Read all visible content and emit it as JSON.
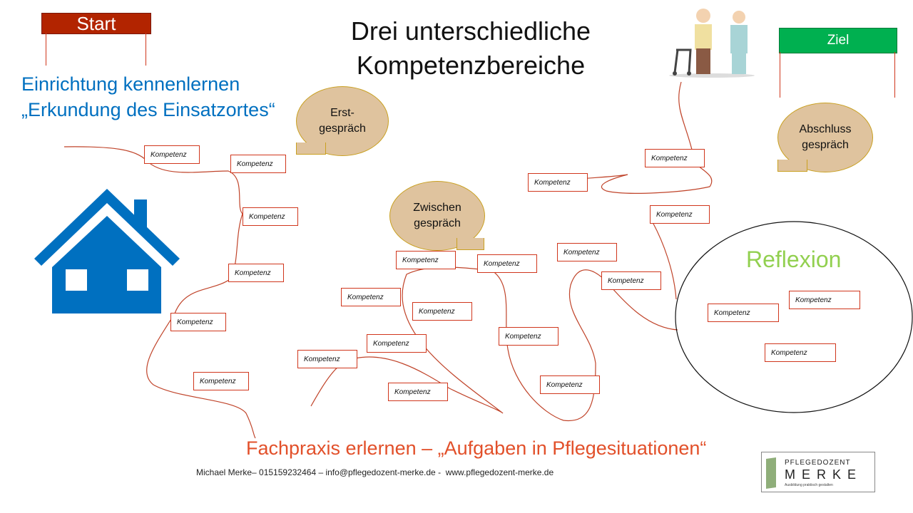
{
  "start_label": "Start",
  "goal_label": "Ziel",
  "title_line1": "Drei unterschiedliche",
  "title_line2": "Kompetenzbereiche",
  "section1_line1": "Einrichtung kennenlernen",
  "section1_line2": "„Erkundung des Einsatzortes“",
  "section2": "Fachpraxis erlernen – „Aufgaben in Pflegesituationen“",
  "section3": "Reflexion",
  "bubbles": {
    "first_line1": "Erst-",
    "first_line2": "gespräch",
    "mid_line1": "Zwischen",
    "mid_line2": "gespräch",
    "final_line1": "Abschluss",
    "final_line2": "gespräch"
  },
  "competency_label": "Kompetenz",
  "footer": "Michael Merke– 015159232464 – info@pflegedozent-merke.de -  www.pflegedozent-merke.de",
  "logo": {
    "line1": "PFLEGEDOZENT",
    "line2": "MERKE",
    "tagline": "Ausbildung praktisch gestalten"
  },
  "colors": {
    "start": "#b22400",
    "goal": "#00b050",
    "blue": "#0070c0",
    "orange": "#e2502a",
    "green": "#92d050",
    "bubble": "#dfc39e"
  }
}
